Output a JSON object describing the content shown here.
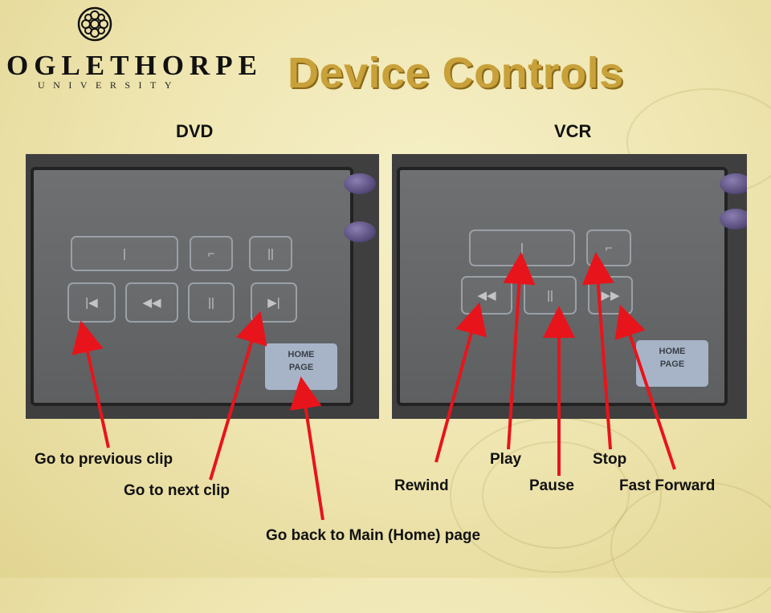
{
  "logo": {
    "name": "OGLETHORPE",
    "sub": "UNIVERSITY",
    "emblem_icon": "flower-emblem-icon"
  },
  "title": "Device Controls",
  "dvd": {
    "heading": "DVD",
    "home_button_line1": "HOME",
    "home_button_line2": "PAGE",
    "labels": {
      "previous": "Go to previous clip",
      "next": "Go to next clip",
      "home": "Go back to Main (Home) page"
    }
  },
  "vcr": {
    "heading": "VCR",
    "home_button_line1": "HOME",
    "home_button_line2": "PAGE",
    "labels": {
      "play": "Play",
      "stop": "Stop",
      "rewind": "Rewind",
      "pause": "Pause",
      "fast_forward": "Fast Forward"
    }
  },
  "colors": {
    "title": "#c9a13a",
    "arrow": "#e8141b",
    "home_button": "#a7b4c8"
  }
}
